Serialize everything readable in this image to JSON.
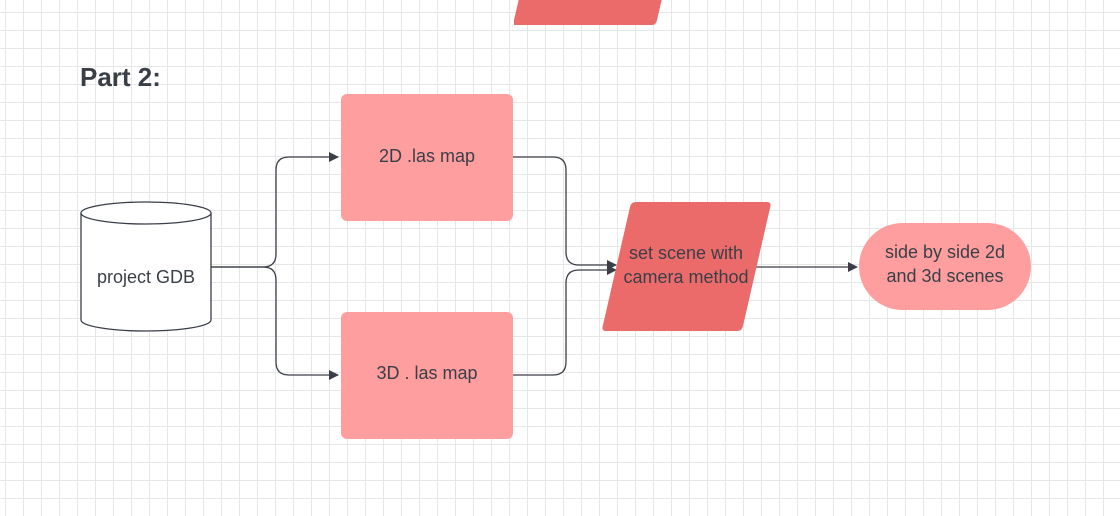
{
  "diagram": {
    "section_title": "Part 2:",
    "nodes": {
      "database": {
        "label": "project GDB",
        "shape": "cylinder"
      },
      "map_2d": {
        "label": "2D .las map",
        "shape": "rectangle"
      },
      "map_3d": {
        "label": "3D . las map",
        "shape": "rectangle"
      },
      "set_scene": {
        "label_line1": "set scene with",
        "label_line2": "camera method",
        "shape": "parallelogram"
      },
      "output": {
        "label_line1": "side by side 2d",
        "label_line2": "and 3d scenes",
        "shape": "stadium"
      }
    },
    "edges": [
      {
        "from": "database",
        "to": "map_2d"
      },
      {
        "from": "database",
        "to": "map_3d"
      },
      {
        "from": "map_2d",
        "to": "set_scene"
      },
      {
        "from": "map_3d",
        "to": "set_scene"
      },
      {
        "from": "set_scene",
        "to": "output"
      }
    ],
    "colors": {
      "light_node": "#fe9e9e",
      "dark_node": "#eb6b6b",
      "cylinder_fill": "#ffffff",
      "outline": "#3a3f47",
      "connector": "#3a3f47",
      "text": "#3a3f47",
      "grid": "#e6e6e6"
    }
  }
}
